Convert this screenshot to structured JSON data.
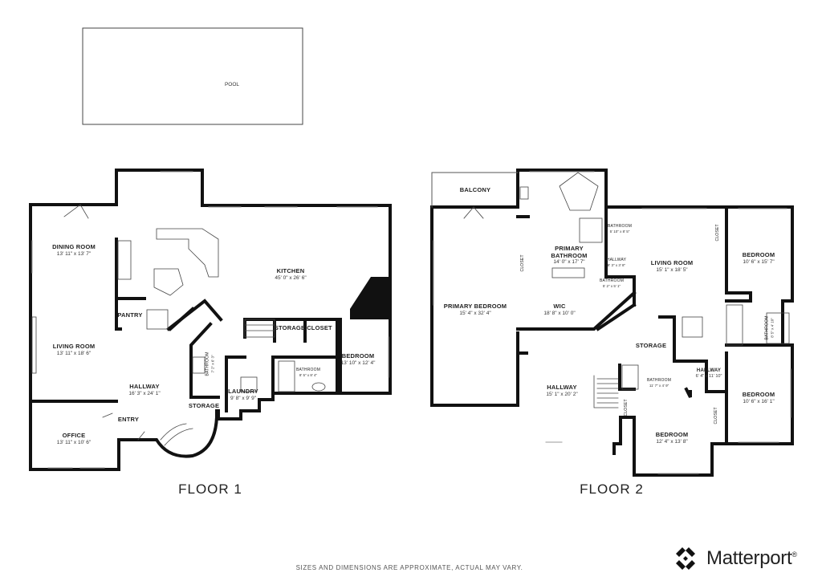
{
  "pool": {
    "label": "POOL"
  },
  "floor1": {
    "title": "FLOOR 1",
    "rooms": [
      {
        "name": "DINING ROOM",
        "dims": "13' 11\" x 13' 7\""
      },
      {
        "name": "KITCHEN",
        "dims": "45' 0\" x 26' 6\""
      },
      {
        "name": "LIVING ROOM",
        "dims": "13' 11\" x 18' 6\""
      },
      {
        "name": "PANTRY",
        "dims": ""
      },
      {
        "name": "STORAGE",
        "dims": ""
      },
      {
        "name": "CLOSET",
        "dims": ""
      },
      {
        "name": "BEDROOM",
        "dims": "13' 10\" x 12' 4\""
      },
      {
        "name": "HALLWAY",
        "dims": "16' 3\" x 24' 1\""
      },
      {
        "name": "LAUNDRY",
        "dims": "9' 8\" x 9' 9\""
      },
      {
        "name": "BATHROOM",
        "dims": "8' 5\" x 8' 4\""
      },
      {
        "name": "BATHROOM",
        "dims": "7' 2\" x 6' 3\""
      },
      {
        "name": "STORAGE",
        "dims": ""
      },
      {
        "name": "ENTRY",
        "dims": ""
      },
      {
        "name": "OFFICE",
        "dims": "13' 11\" x 10' 6\""
      }
    ]
  },
  "floor2": {
    "title": "FLOOR 2",
    "rooms": [
      {
        "name": "BALCONY",
        "dims": ""
      },
      {
        "name": "PRIMARY BATHROOM",
        "dims": "14' 0\" x 17' 7\""
      },
      {
        "name": "PRIMARY BEDROOM",
        "dims": "15' 4\" x 32' 4\""
      },
      {
        "name": "WIC",
        "dims": "18' 8\" x 10' 0\""
      },
      {
        "name": "CLOSET",
        "dims": ""
      },
      {
        "name": "BATHROOM",
        "dims": "5' 10\" x 8' 5\""
      },
      {
        "name": "HALLWAY",
        "dims": "8' 3\" x 3' 8\""
      },
      {
        "name": "BATHROOM",
        "dims": "5' 2\" x 5' 1\""
      },
      {
        "name": "LIVING ROOM",
        "dims": "15' 1\" x 18' 5\""
      },
      {
        "name": "CLOSET",
        "dims": ""
      },
      {
        "name": "BEDROOM",
        "dims": "10' 6\" x 15' 7\""
      },
      {
        "name": "BATHROOM",
        "dims": "8' 5\" x 4' 10\""
      },
      {
        "name": "STORAGE",
        "dims": ""
      },
      {
        "name": "HALLWAY",
        "dims": "15' 1\" x 20' 2\""
      },
      {
        "name": "BATHROOM",
        "dims": "11' 7\" x 4' 9\""
      },
      {
        "name": "HALLWAY",
        "dims": "6' 4\" x 11' 10\""
      },
      {
        "name": "BEDROOM",
        "dims": "10' 6\" x 16' 1\""
      },
      {
        "name": "CLOSET",
        "dims": ""
      },
      {
        "name": "BEDROOM",
        "dims": "12' 4\" x 13' 8\""
      },
      {
        "name": "CLOSET",
        "dims": ""
      }
    ]
  },
  "footer": {
    "disclaimer": "SIZES AND DIMENSIONS ARE APPROXIMATE, ACTUAL MAY VARY.",
    "brand": "Matterport",
    "brand_mark": "®"
  }
}
